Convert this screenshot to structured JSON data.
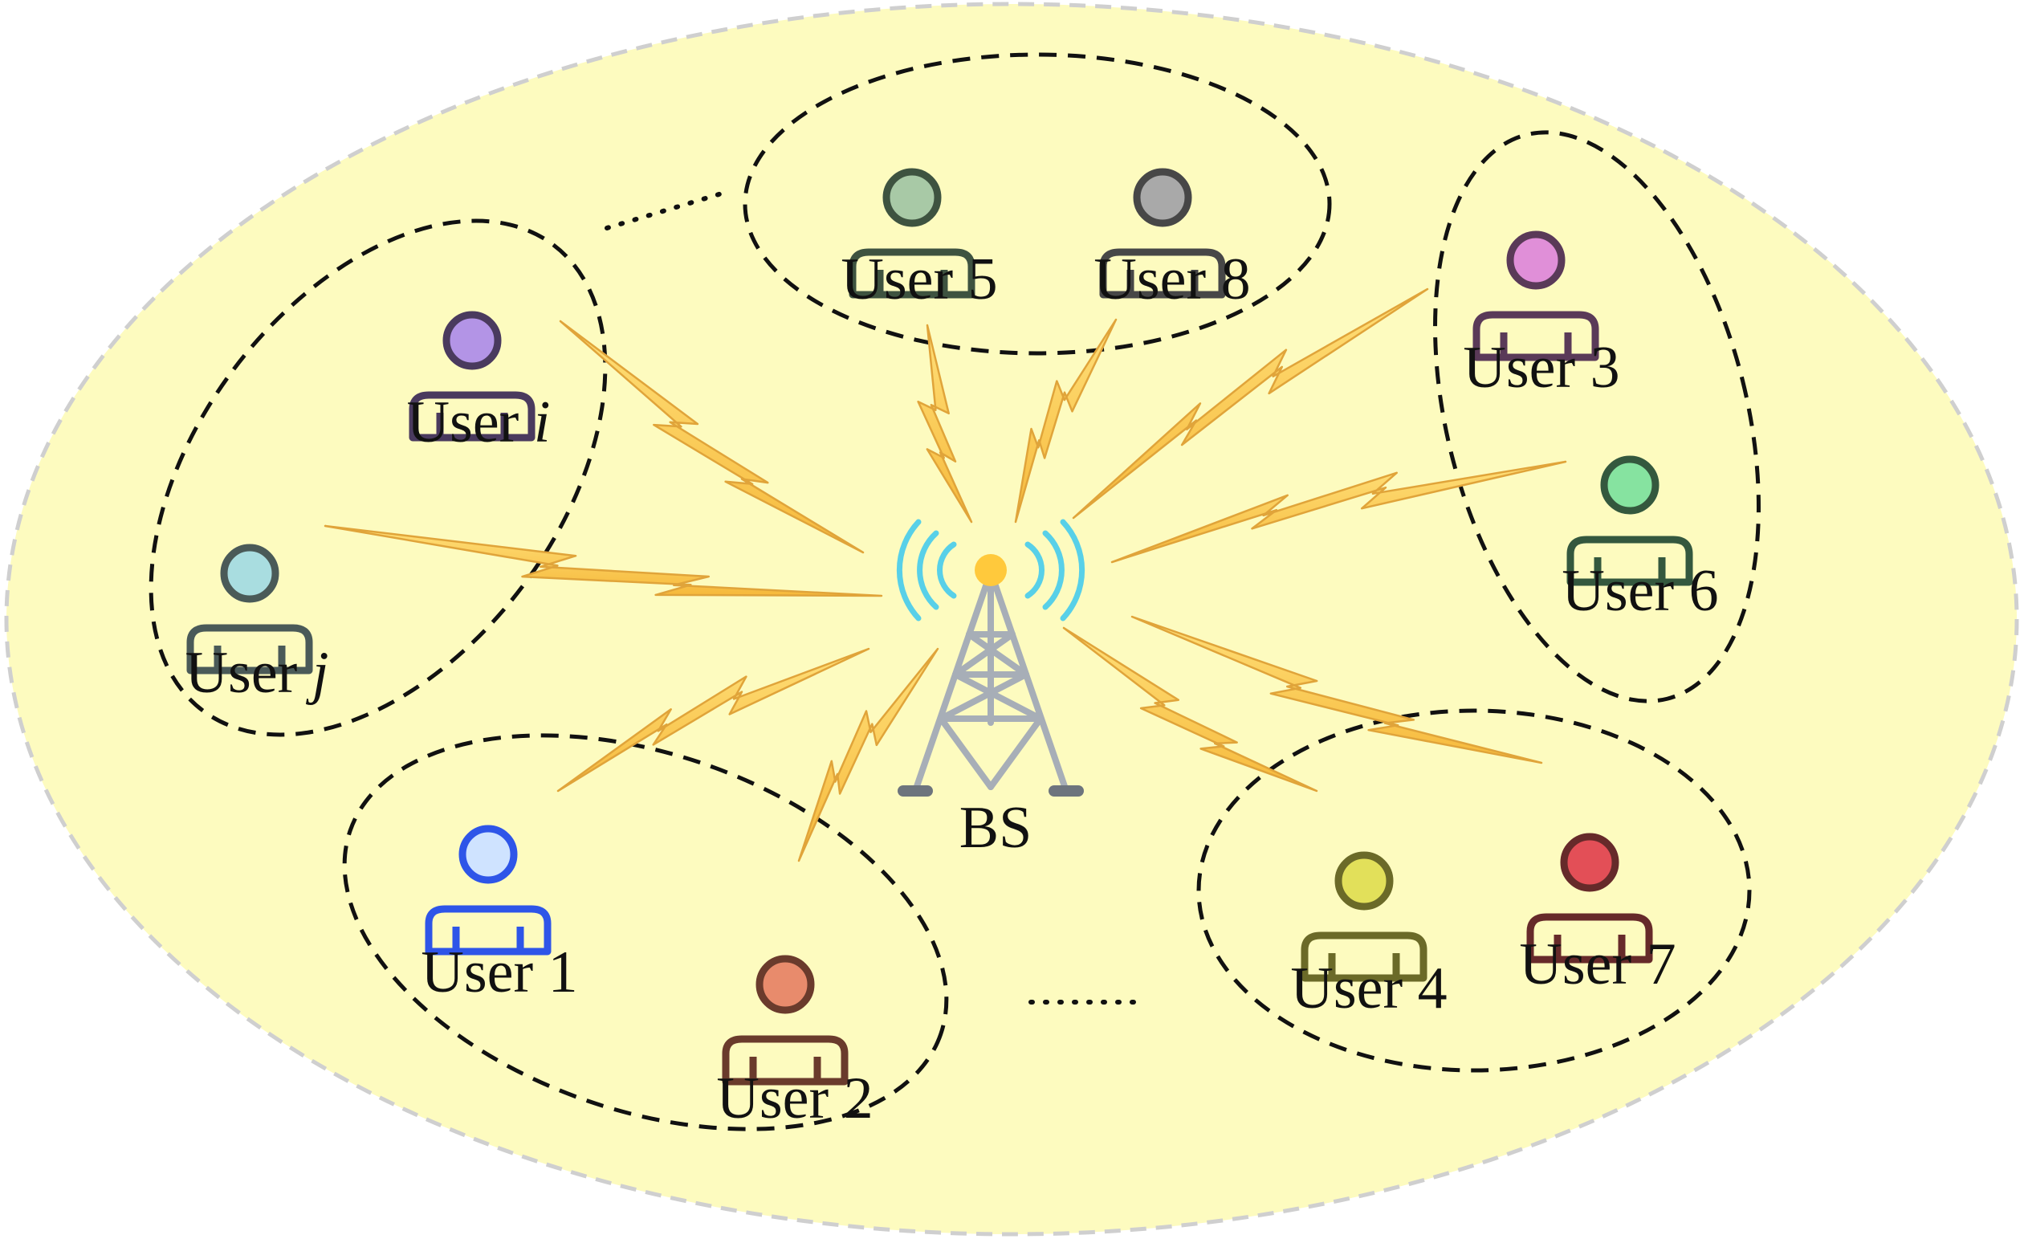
{
  "colors": {
    "coverage_fill": "#fdfbbf",
    "coverage_border": "#cfcfcf",
    "bolt_fill": "#ffd24a",
    "bolt_stroke": "#e0a43a",
    "tower": "#a7aeb7",
    "tower_feet": "#6d747d",
    "antenna": "#ffc93c",
    "signal_waves": "#58d0e8",
    "group_outline": "#111111"
  },
  "base_station": {
    "label": "BS",
    "icon": "cell-tower-icon"
  },
  "users": [
    {
      "id": "user-1",
      "label": "User 1",
      "head": "#cfe3ff",
      "body": "#2e55e8"
    },
    {
      "id": "user-2",
      "label": "User 2",
      "head": "#e88b6c",
      "body": "#6a3b2c"
    },
    {
      "id": "user-3",
      "label": "User 3",
      "head": "#e08fd8",
      "body": "#5a3a58"
    },
    {
      "id": "user-4",
      "label": "User 4",
      "head": "#e2e05a",
      "body": "#6b6a28"
    },
    {
      "id": "user-5",
      "label": "User 5",
      "head": "#a8c9a6",
      "body": "#3e5340"
    },
    {
      "id": "user-6",
      "label": "User 6",
      "head": "#86e3a0",
      "body": "#34583e"
    },
    {
      "id": "user-7",
      "label": "User 7",
      "head": "#e34f57",
      "body": "#662a2a"
    },
    {
      "id": "user-8",
      "label": "User 8",
      "head": "#a9a9a9",
      "body": "#474747"
    },
    {
      "id": "user-i",
      "label_prefix": "User ",
      "label_var": "i",
      "head": "#b394e6",
      "body": "#4a3a5e"
    },
    {
      "id": "user-j",
      "label_prefix": "User ",
      "label_var": "j",
      "head": "#a9dde0",
      "body": "#4a5a58"
    }
  ],
  "groups": [
    {
      "id": "group-1-2",
      "members": [
        "User 1",
        "User 2"
      ]
    },
    {
      "id": "group-5-8",
      "members": [
        "User 5",
        "User 8"
      ]
    },
    {
      "id": "group-3-6",
      "members": [
        "User 3",
        "User 6"
      ]
    },
    {
      "id": "group-4-7",
      "members": [
        "User 4",
        "User 7"
      ]
    },
    {
      "id": "group-i-j",
      "members": [
        "User i",
        "User j"
      ]
    }
  ],
  "ellipsis_marks": [
    "......",
    "......"
  ]
}
